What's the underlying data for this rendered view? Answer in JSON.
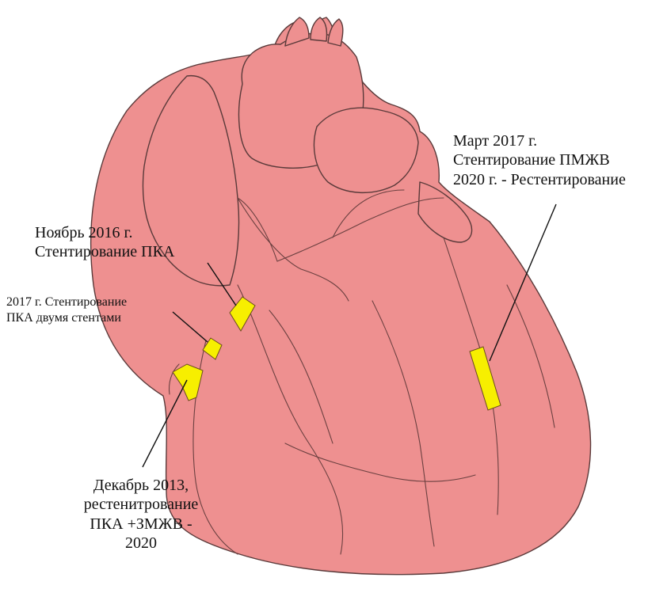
{
  "colors": {
    "heart_fill": "#ee9090",
    "outline": "#5a3a3a",
    "stent": "#f7ef00",
    "leader_line": "#111111",
    "text": "#111111"
  },
  "annotations": {
    "march_2017": {
      "line1": "Март 2017 г.",
      "line2": "Стентирование ПМЖВ",
      "line3": "2020 г. - Рестентирование"
    },
    "november_2016": {
      "line1": "Ноябрь 2016 г.",
      "line2": "Стентирование ПКА"
    },
    "year_2017": {
      "line1": "2017 г. Стентирование",
      "line2": "ПКА двумя стентами"
    },
    "december_2013": {
      "line1": "Декабрь 2013,",
      "line2": "рестенитрование",
      "line3": "ПКА +ЗМЖВ -",
      "line4": "2020"
    }
  }
}
